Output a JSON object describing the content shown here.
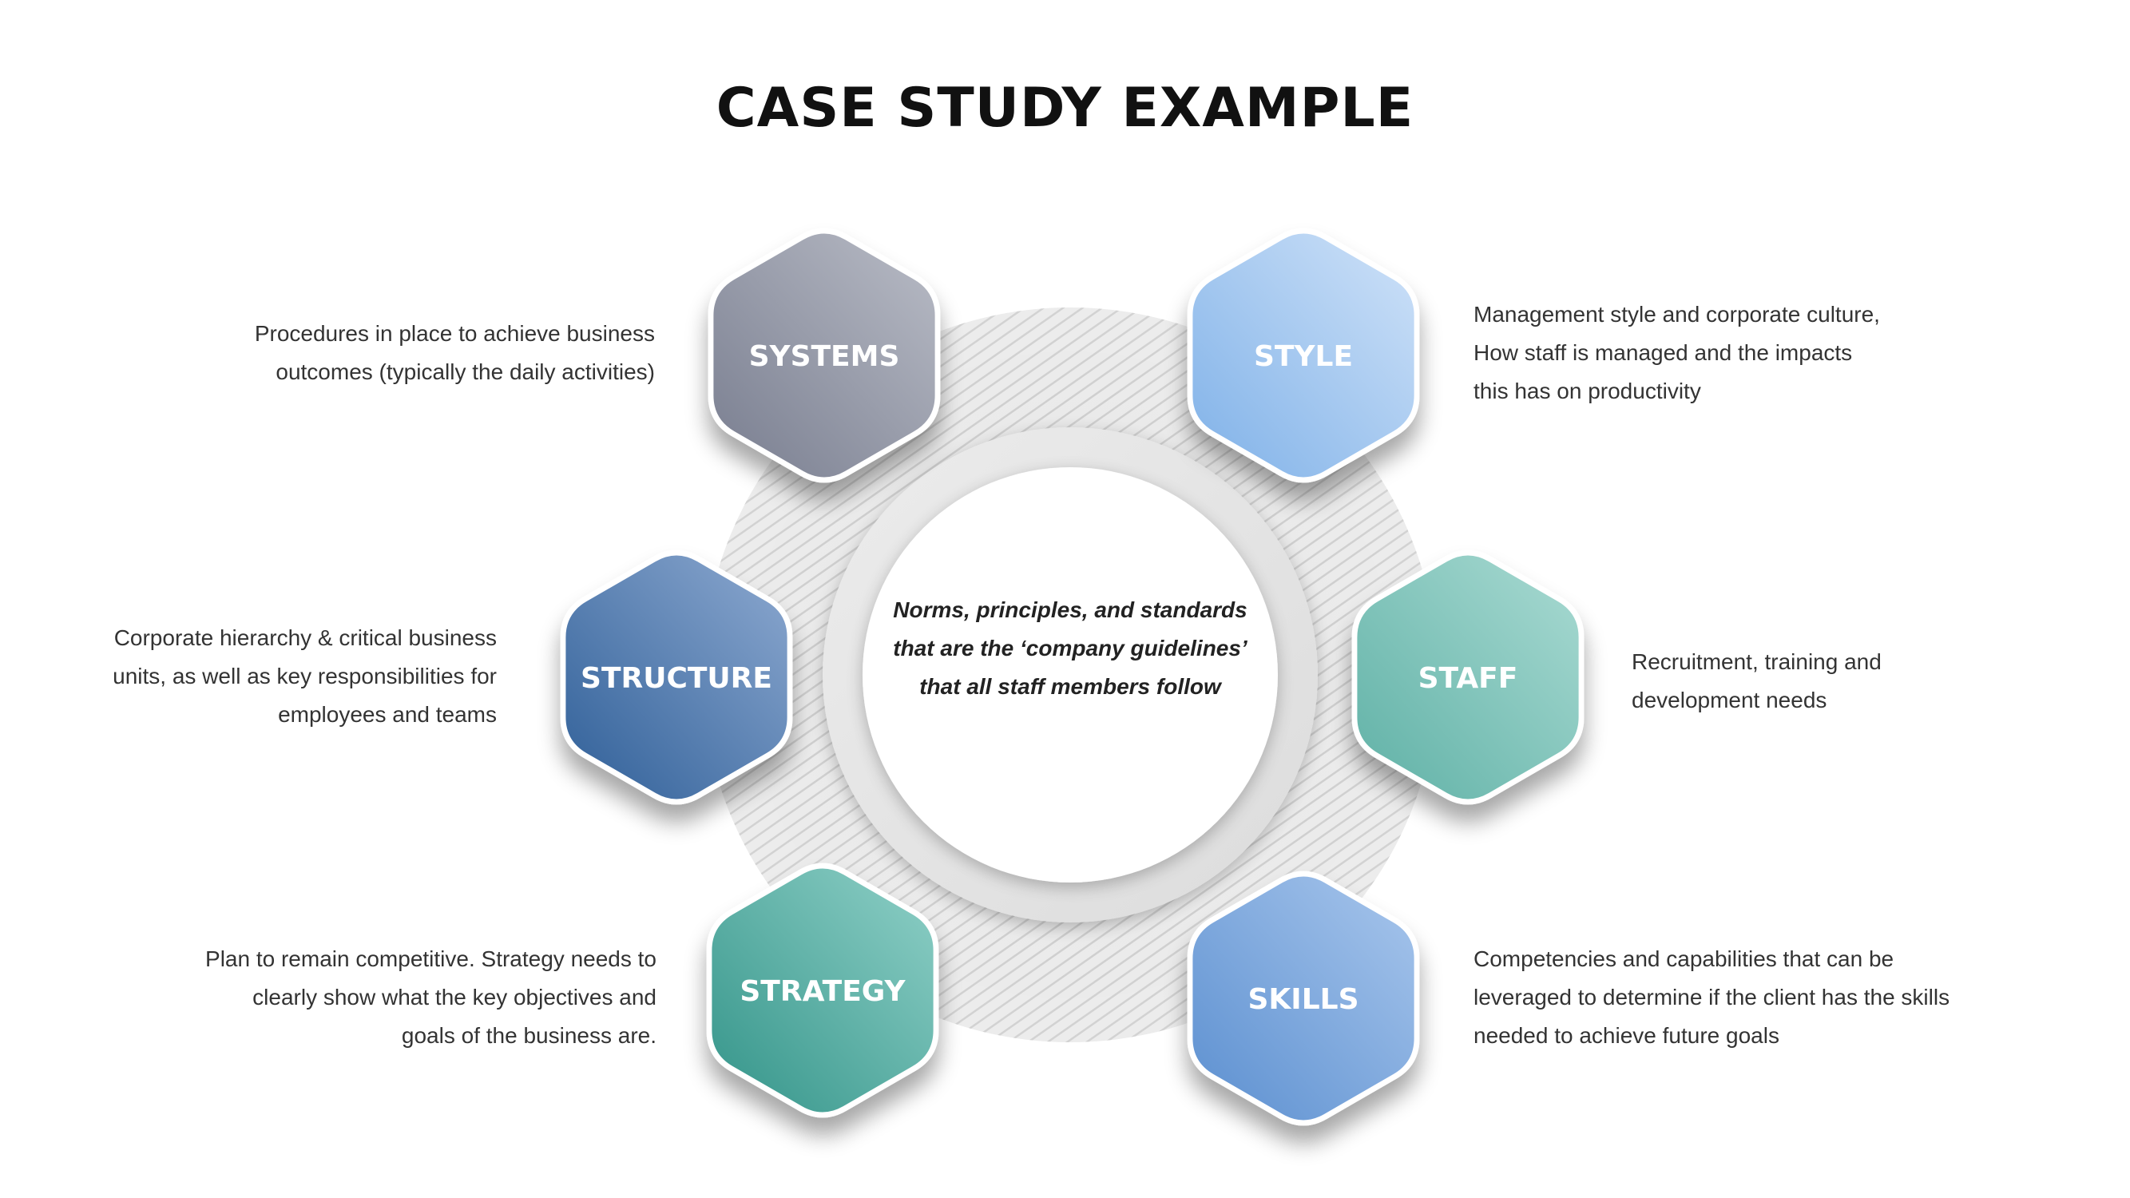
{
  "title": "CASE STUDY EXAMPLE",
  "center": {
    "text": "Norms, principles, and standards that are the ‘company guidelines’ that all staff members follow"
  },
  "elements": [
    {
      "id": "systems",
      "label": "SYSTEMS",
      "description": "Procedures in place to achieve business outcomes (typically the daily activities)",
      "colors": [
        "#b9bcc6",
        "#787d8f"
      ]
    },
    {
      "id": "style",
      "label": "STYLE",
      "description": "Management style and corporate culture, How staff is managed and the impacts this has on productivity",
      "colors": [
        "#cfe2f8",
        "#7fb1e8"
      ]
    },
    {
      "id": "structure",
      "label": "STRUCTURE",
      "description": "Corporate hierarchy & critical business units, as well as key responsibilities for employees and teams",
      "colors": [
        "#8da9d0",
        "#2f5f98"
      ]
    },
    {
      "id": "staff",
      "label": "STAFF",
      "description": "Recruitment, training and development needs",
      "colors": [
        "#a9dad2",
        "#5fb1a6"
      ]
    },
    {
      "id": "strategy",
      "label": "STRATEGY",
      "description": "Plan to remain competitive. Strategy needs to clearly show what the key objectives and goals of the business are.",
      "colors": [
        "#8fd0c7",
        "#339489"
      ]
    },
    {
      "id": "skills",
      "label": "SKILLS",
      "description": "Competencies and capabilities that can be leveraged to determine if the client has the skills needed to achieve future goals",
      "colors": [
        "#a8c6ec",
        "#5b8fd0"
      ]
    }
  ]
}
